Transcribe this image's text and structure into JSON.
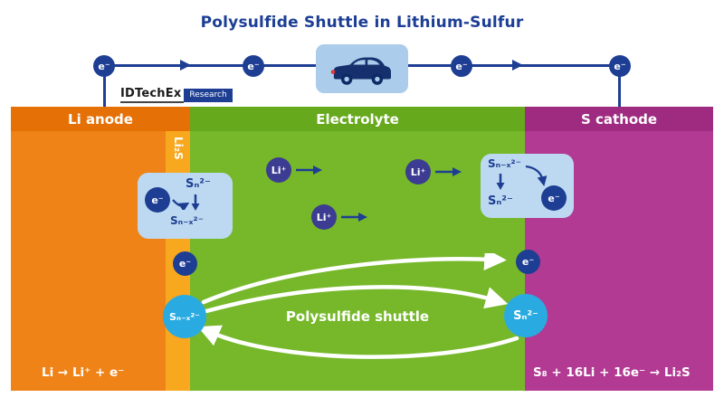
{
  "title": "Polysulfide Shuttle in Lithium-Sulfur",
  "logo": {
    "brand": "IDTechEx",
    "badge": "Research"
  },
  "circuit": {
    "electrons": [
      "e⁻",
      "e⁻",
      "e⁻",
      "e⁻"
    ]
  },
  "anode": {
    "header": "Li anode",
    "strip": "Li₂S",
    "reaction": "Li → Li⁺ + e⁻"
  },
  "electrolyte": {
    "header": "Electrolyte",
    "ions": [
      "Li⁺",
      "Li⁺",
      "Li⁺"
    ]
  },
  "cathode": {
    "header": "S cathode",
    "reaction": "S₈ + 16Li + 16e⁻ → Li₂S"
  },
  "anode_box": {
    "electron": "e⁻",
    "top_species": "Sₙ²⁻",
    "bottom_species": "Sₙ₋ₓ²⁻"
  },
  "cathode_box": {
    "top_species": "Sₙ₋ₓ²⁻",
    "bottom_species": "Sₙ²⁻",
    "electron": "e⁻"
  },
  "shuttle": {
    "label": "Polysulfide shuttle",
    "left_circle": "Sₙ₋ₓ²⁻",
    "right_circle": "Sₙ²⁻",
    "electron_left": "e⁻",
    "electron_right": "e⁻"
  },
  "colors": {
    "brand_blue": "#1e3e94",
    "anode_orange": "#ef8318",
    "anode_header_orange": "#e57005",
    "li2s_strip_orange": "#f7a81f",
    "electrolyte_green": "#76b82a",
    "electrolyte_header_green": "#67a91d",
    "cathode_magenta": "#b23a93",
    "cathode_header_magenta": "#9e2b80",
    "polysulfide_cyan": "#29abe2",
    "li_ion_indigo": "#3c3c92",
    "panel_light_blue": "#bdd9f1"
  }
}
